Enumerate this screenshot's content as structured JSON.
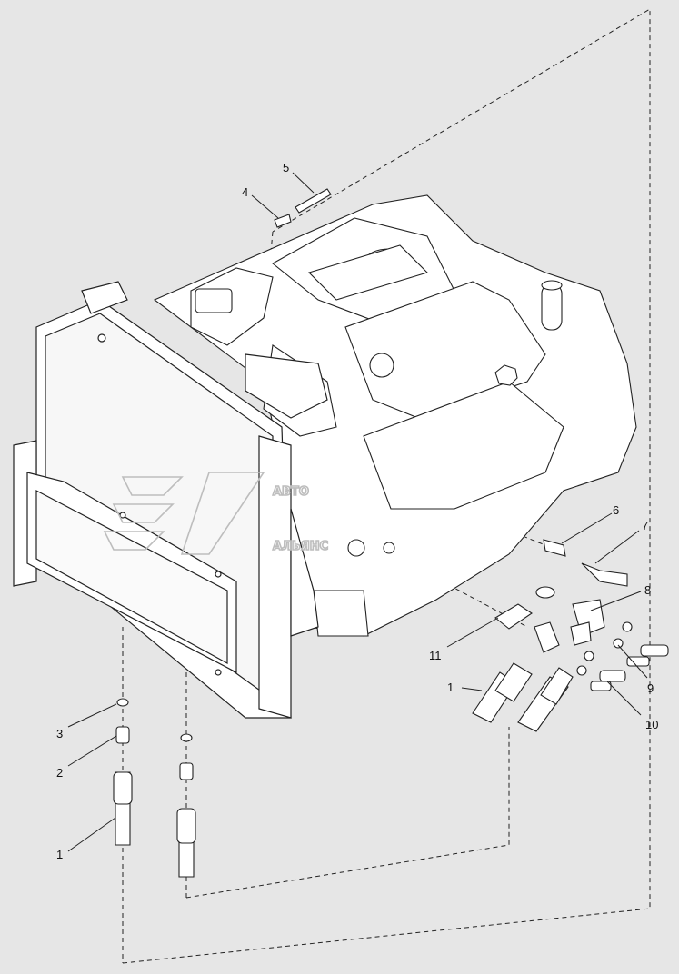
{
  "diagram": {
    "callouts": [
      {
        "id": "c5a",
        "label": "5"
      },
      {
        "id": "c4",
        "label": "4"
      },
      {
        "id": "c6",
        "label": "6"
      },
      {
        "id": "c7",
        "label": "7"
      },
      {
        "id": "c8",
        "label": "8"
      },
      {
        "id": "c11",
        "label": "11"
      },
      {
        "id": "c1r",
        "label": "1"
      },
      {
        "id": "c9",
        "label": "9"
      },
      {
        "id": "c10",
        "label": "10"
      },
      {
        "id": "c3",
        "label": "3"
      },
      {
        "id": "c2",
        "label": "2"
      },
      {
        "id": "c1l",
        "label": "1"
      }
    ],
    "watermark": {
      "line1": "АВТО",
      "line2": "АЛЬЯНС"
    }
  },
  "colors": {
    "background": "#e6e6e6",
    "line": "#222222",
    "fill": "#ffffff",
    "watermark": "#bdbdbd"
  }
}
